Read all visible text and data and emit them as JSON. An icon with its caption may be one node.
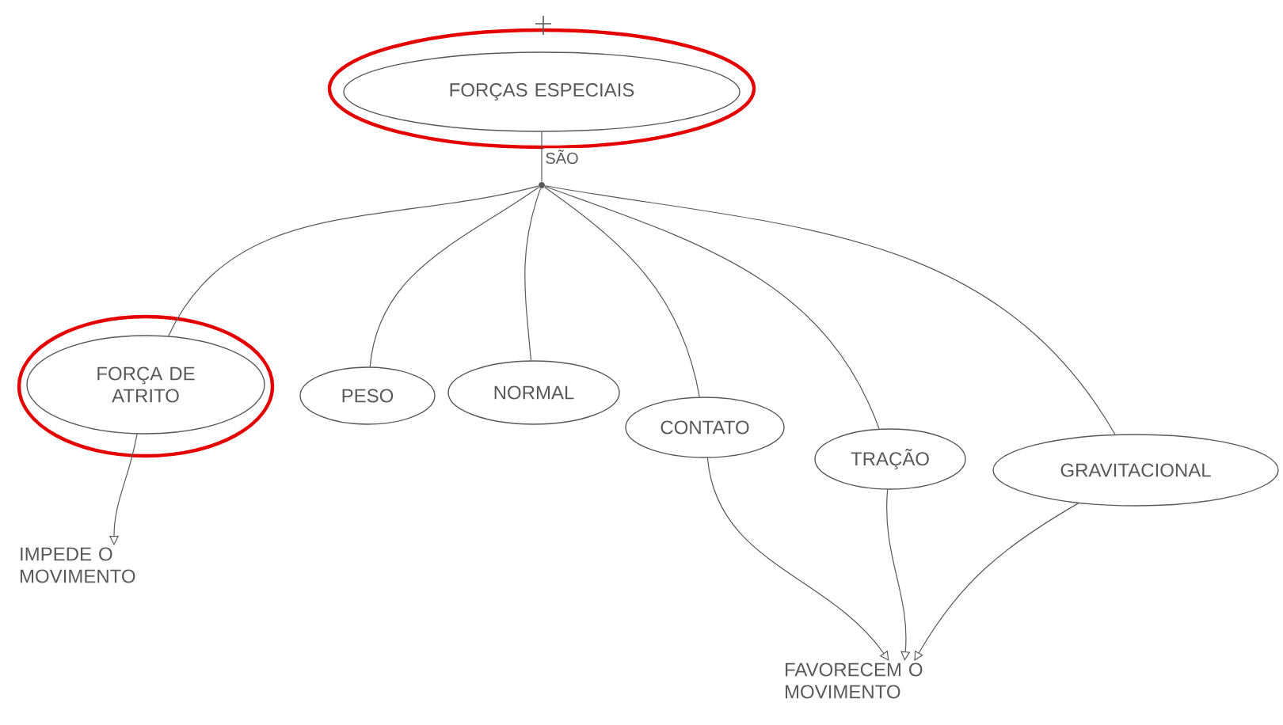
{
  "diagram": {
    "nodes": [
      {
        "text": [
          "FORÇAS ESPECIAIS"
        ]
      },
      {
        "text": [],
        "shape": "circle"
      },
      {
        "text": [
          "FORÇA DE ATRITO"
        ]
      },
      {
        "text": [
          "PESO"
        ]
      },
      {
        "text": [
          "NORMAL"
        ]
      },
      {
        "text": [
          "CONTATO"
        ]
      },
      {
        "text": [
          "TRAÇÃO"
        ]
      },
      {
        "text": [
          "GRAVITACIONAL"
        ]
      },
      {
        "text": [
          "IMPEDE O MOVIMENTO"
        ]
      },
      {
        "text": [
          "FAVORECEM O MOVIMENTO"
        ]
      }
    ],
    "edges": [
      {
        "from": 0,
        "to": 1,
        "arrow": "none",
        "label": "SÃO"
      },
      {
        "from": 1,
        "to": 2,
        "arrow": "none"
      },
      {
        "from": 1,
        "to": 3,
        "arrow": "none"
      },
      {
        "from": 1,
        "to": 4,
        "arrow": "none"
      },
      {
        "from": 1,
        "to": 5,
        "arrow": "none"
      },
      {
        "from": 1,
        "to": 6,
        "arrow": "none"
      },
      {
        "from": 1,
        "to": 7,
        "arrow": "none"
      },
      {
        "from": 2,
        "to": 8,
        "arrow": "to"
      },
      {
        "from": 5,
        "to": 9,
        "arrow": "to"
      },
      {
        "from": 6,
        "to": 9,
        "arrow": "to"
      },
      {
        "from": 7,
        "to": 9,
        "arrow": "to"
      }
    ]
  }
}
